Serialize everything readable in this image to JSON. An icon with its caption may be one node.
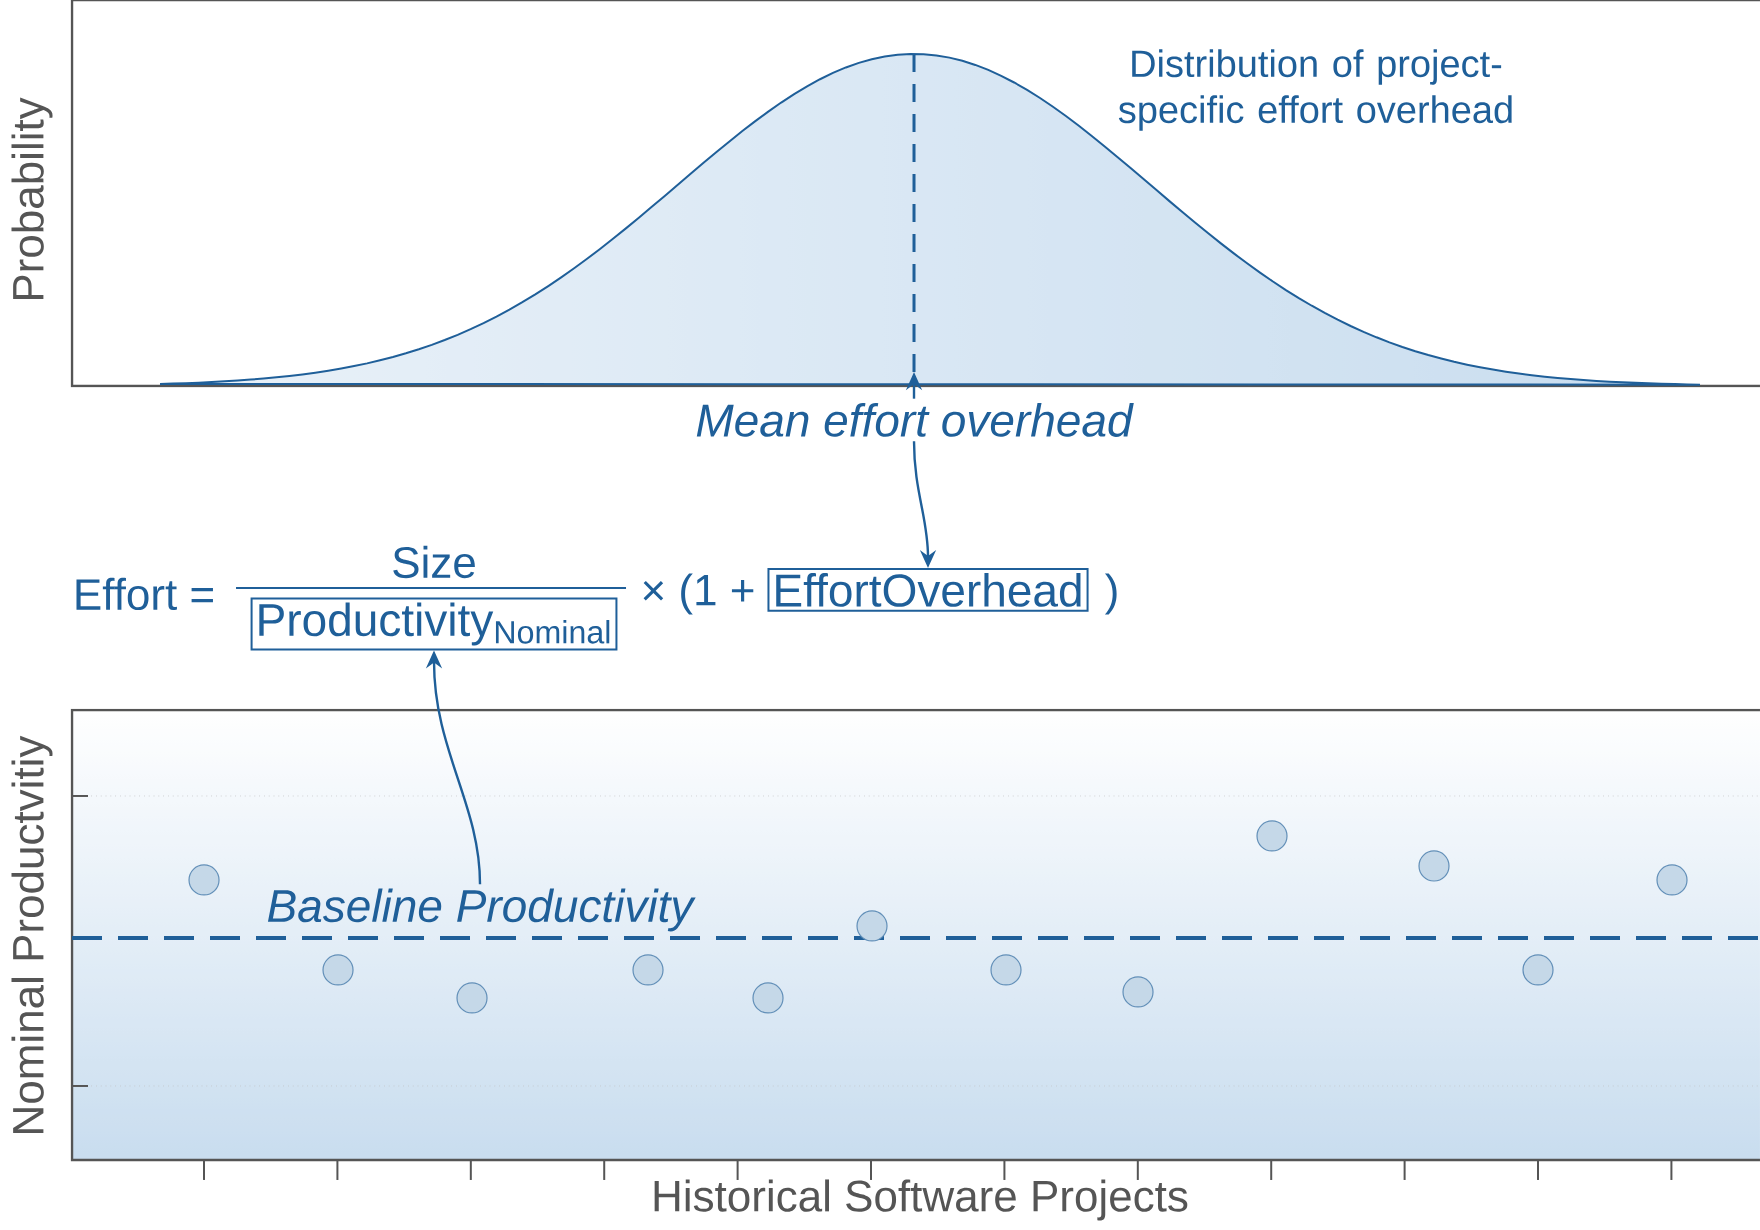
{
  "diagram": {
    "nodes": [
      {
        "text": [
          "Mean effort overhead"
        ]
      },
      {
        "text": [
          "EffortOverhead"
        ]
      },
      {
        "text": [
          "Productivity$_{Nominal}$"
        ]
      },
      {
        "text": [
          "Baseline Productivity"
        ]
      }
    ],
    "edges": [
      {
        "from": 0,
        "to": null,
        "arrow": "to"
      },
      {
        "from": 0,
        "to": 1,
        "arrow": "to"
      },
      {
        "from": 3,
        "to": 2,
        "arrow": "to"
      }
    ],
    "labels": [
      "Probability",
      "Distribution of project-specific effort overhead",
      "Effort =",
      "Size",
      "× (1 +",
      ")",
      "Nominal Productvitiy",
      "Historical Software Projects"
    ]
  }
}
